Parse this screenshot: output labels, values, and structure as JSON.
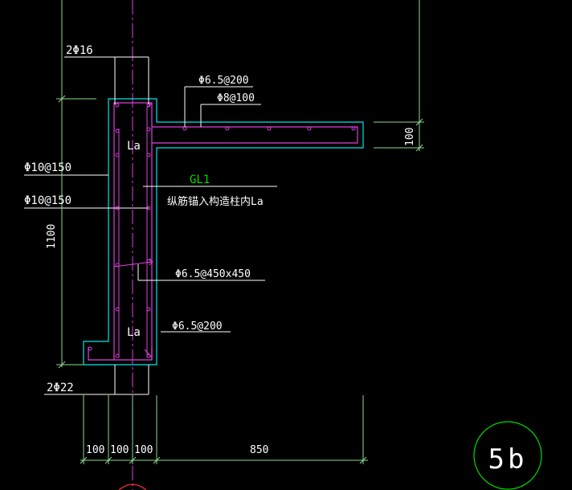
{
  "colors": {
    "background": "#000000",
    "dimension": "#ffffff",
    "outline": "#00e5e5",
    "rebar": "#e040e0",
    "centerline": "#e040e0",
    "extension": "#8fd88f",
    "label_title": "#00dd00",
    "callout": "#00dd00"
  },
  "labels": {
    "top_rebar_main": "2Φ16",
    "bottom_rebar_main": "2Φ22",
    "stirrup_left_1": "Φ10@150",
    "stirrup_left_2": "Φ10@150",
    "beam_stirrup": "Φ6.5@200",
    "beam_bar": "Φ8@100",
    "anchor_top": "La",
    "anchor_bottom": "La",
    "member_id": "GL1",
    "member_note": "纵筋锚入构造柱内La",
    "tie_spacing": "Φ6.5@450x450",
    "lower_stirrup": "Φ6.5@200",
    "height_dim": "1100",
    "beam_depth_dim": "100",
    "dim_100_a": "100",
    "dim_100_b": "100",
    "dim_100_c": "100",
    "dim_850": "850",
    "callout": "5b"
  }
}
